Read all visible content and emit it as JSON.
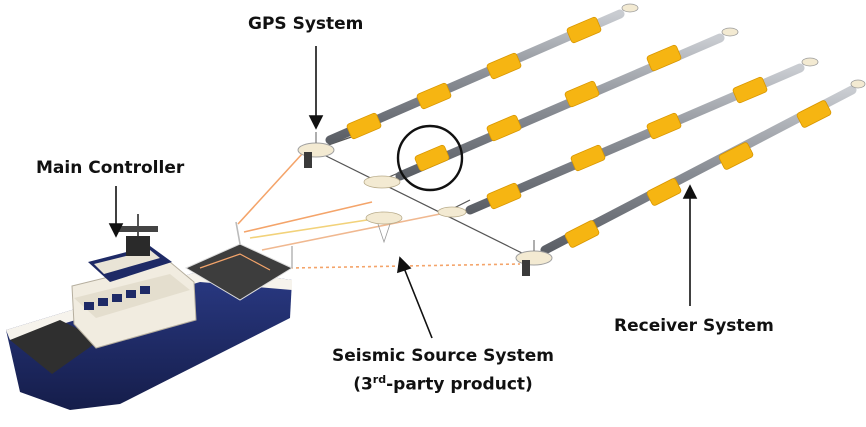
{
  "labels": {
    "gps": "GPS System",
    "main_controller": "Main Controller",
    "receiver": "Receiver System",
    "source_line1": "Seismic Source System",
    "source_line2_pre": "(3",
    "source_line2_sup": "rd",
    "source_line2_post": "-party product)"
  },
  "colors": {
    "float": "#f6b512",
    "cable": "#8a8e95",
    "hull": "#1e2a66",
    "cabin": "#f1ece0",
    "tow_line": "#f4a46a",
    "gps_buoy": "#f3ead2"
  },
  "streamer_count": 4
}
